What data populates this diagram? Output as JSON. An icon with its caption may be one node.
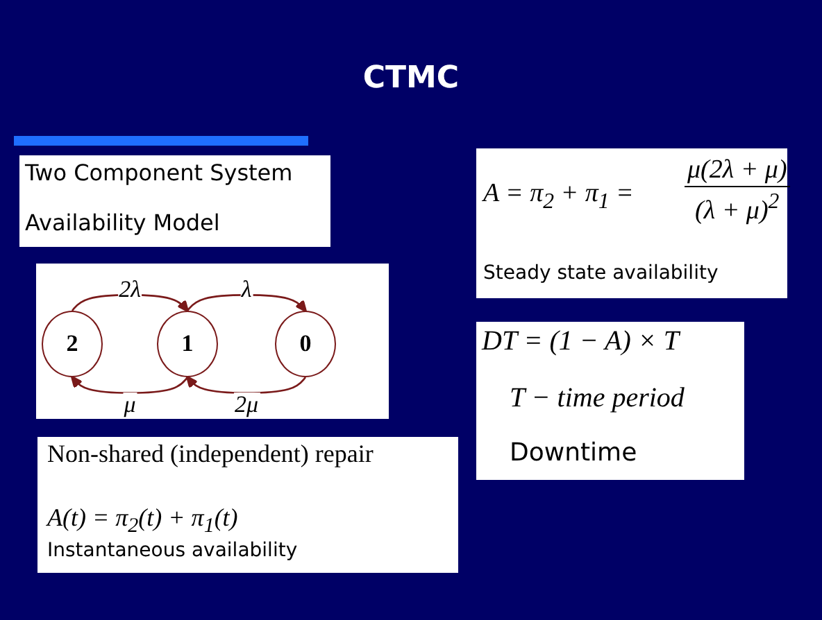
{
  "diagram": {
    "title": "CTMC",
    "nodes": [
      {
        "text": [
          "Two Component System",
          "Availability Model"
        ]
      },
      {
        "text": [],
        "shape": "box"
      },
      {
        "text": [
          "2"
        ],
        "in": 1
      },
      {
        "text": [
          "1"
        ],
        "in": 1
      },
      {
        "text": [
          "0"
        ],
        "in": 1
      },
      {
        "text": [
          "Non-shared (independent) repair",
          "A(t) = π$_{2}$(t) + π$_{1}$(t)",
          "Instantaneous availability"
        ]
      },
      {
        "text": [
          "A = π$_{2}$ + π$_{1}$ =",
          "μ(2λ + μ)",
          "(λ + μ)$^{2}$",
          "Steady state availability"
        ]
      },
      {
        "text": [
          "DT = (1 − A) × T",
          "T − time period",
          "Downtime"
        ]
      }
    ],
    "edges": [
      {
        "from": 2,
        "to": 3,
        "arrow": "to",
        "label": "2λ"
      },
      {
        "from": 3,
        "to": 4,
        "arrow": "to",
        "label": "λ"
      },
      {
        "from": 4,
        "to": 3,
        "arrow": "to",
        "label": "2μ"
      },
      {
        "from": 3,
        "to": 2,
        "arrow": "to",
        "label": "μ"
      }
    ]
  }
}
